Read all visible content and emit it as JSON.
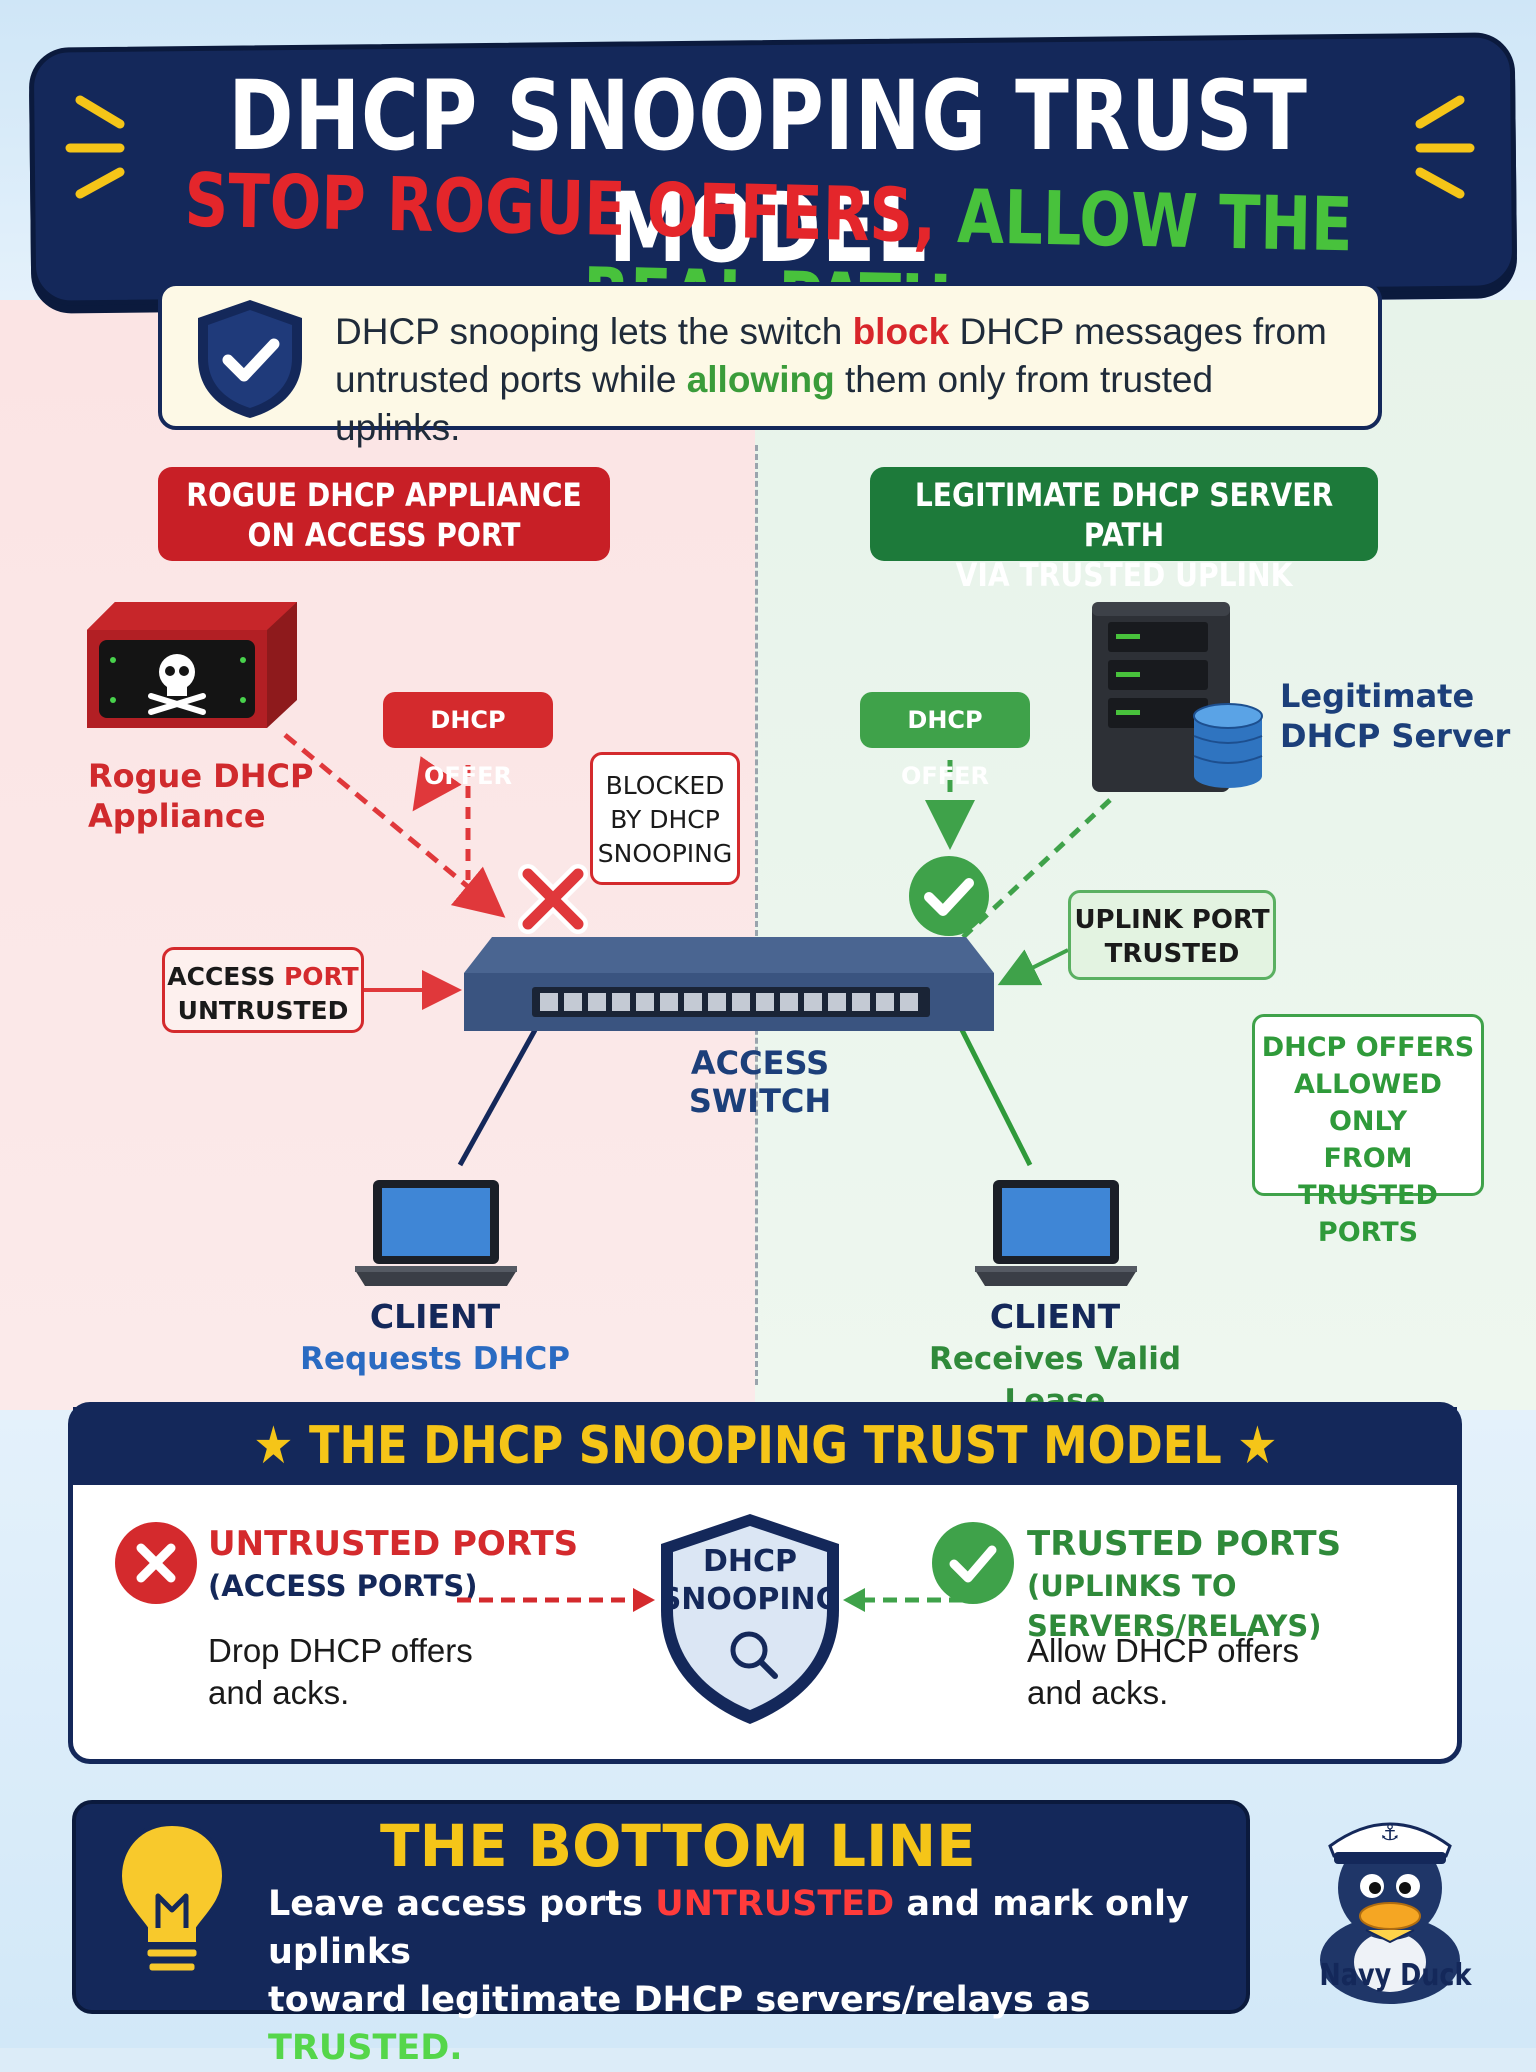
{
  "header": {
    "title": "DHCP SNOOPING TRUST MODEL",
    "subtitle_red": "STOP ROGUE OFFERS,",
    "subtitle_green": "ALLOW THE REAL PATH"
  },
  "intro": {
    "part1": "DHCP snooping lets the switch ",
    "block": "block",
    "part2": " DHCP messages from untrusted ports while ",
    "allowing": "allowing",
    "part3": " them only from trusted uplinks."
  },
  "left_panel": {
    "heading_line1": "ROGUE DHCP APPLIANCE",
    "heading_line2": "ON ACCESS PORT",
    "device_line1": "Rogue DHCP",
    "device_line2": "Appliance",
    "offer_tag": "DHCP OFFER",
    "blocked_line1": "BLOCKED",
    "blocked_line2": "BY DHCP",
    "blocked_line3": "SNOOPING",
    "access_port_word1": "ACCESS",
    "access_port_word2": "PORT",
    "access_port_line2": "UNTRUSTED",
    "client_title": "CLIENT",
    "client_status": "Requests DHCP"
  },
  "center": {
    "switch_label": "ACCESS SWITCH"
  },
  "right_panel": {
    "heading_line1": "LEGITIMATE DHCP SERVER PATH",
    "heading_line2": "VIA TRUSTED UPLINK",
    "server_line1": "Legitimate",
    "server_line2": "DHCP Server",
    "offer_tag": "DHCP OFFER",
    "uplink_line1": "UPLINK PORT",
    "uplink_line2": "TRUSTED",
    "allowed_line1": "DHCP OFFERS",
    "allowed_line2": "ALLOWED ONLY",
    "allowed_line3": "FROM TRUSTED",
    "allowed_line4": "PORTS",
    "client_title": "CLIENT",
    "client_status": "Receives Valid Lease"
  },
  "model": {
    "title": "THE DHCP SNOOPING TRUST MODEL",
    "star": "★",
    "untrusted_heading": "UNTRUSTED PORTS",
    "untrusted_sub": "(ACCESS PORTS)",
    "untrusted_body_line1": "Drop DHCP offers",
    "untrusted_body_line2": "and acks.",
    "shield_line1": "DHCP",
    "shield_line2": "SNOOPING",
    "trusted_heading": "TRUSTED PORTS",
    "trusted_sub": "(UPLINKS TO SERVERS/RELAYS)",
    "trusted_body_line1": "Allow DHCP offers",
    "trusted_body_line2": "and acks."
  },
  "bottom_line": {
    "title": "THE BOTTOM LINE",
    "l1_a": "Leave access ports ",
    "l1_red": "UNTRUSTED",
    "l1_b": " and mark only uplinks",
    "l2_a": "toward legitimate DHCP servers/relays as ",
    "l2_green": "TRUSTED."
  },
  "mascot": {
    "label": "Navy Duck"
  },
  "colors": {
    "navy": "#14285a",
    "red": "#d42a2d",
    "green": "#3fa24a",
    "yellow": "#f5c518"
  }
}
